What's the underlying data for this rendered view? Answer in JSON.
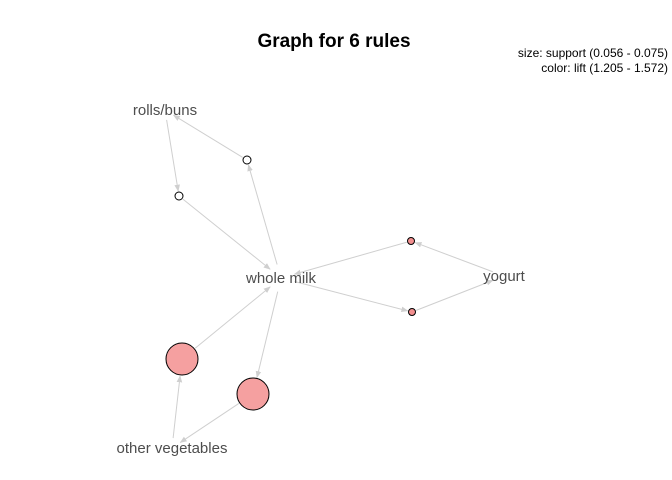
{
  "title": "Graph for 6 rules",
  "legend": {
    "size": "size: support (0.056 - 0.075)",
    "color": "color: lift (1.205 - 1.572)"
  },
  "items": [
    {
      "id": "rolls_buns",
      "label": "rolls/buns"
    },
    {
      "id": "whole_milk",
      "label": "whole milk"
    },
    {
      "id": "yogurt",
      "label": "yogurt"
    },
    {
      "id": "other_vegetables",
      "label": "other vegetables"
    }
  ],
  "rules": [
    {
      "id": "r1",
      "lhs": "rolls_buns",
      "rhs": "whole_milk",
      "fill": "#ffffff"
    },
    {
      "id": "r2",
      "lhs": "whole_milk",
      "rhs": "rolls_buns",
      "fill": "#ffffff"
    },
    {
      "id": "r3",
      "lhs": "yogurt",
      "rhs": "whole_milk",
      "fill": "#f28f8f"
    },
    {
      "id": "r4",
      "lhs": "whole_milk",
      "rhs": "yogurt",
      "fill": "#f28f8f"
    },
    {
      "id": "r5",
      "lhs": "other_vegetables",
      "rhs": "whole_milk",
      "fill": "#f5a0a0"
    },
    {
      "id": "r6",
      "lhs": "whole_milk",
      "rhs": "other_vegetables",
      "fill": "#f5a0a0"
    }
  ],
  "colors": {
    "edge": "#cfcfcf",
    "label": "#4d4d4d"
  }
}
